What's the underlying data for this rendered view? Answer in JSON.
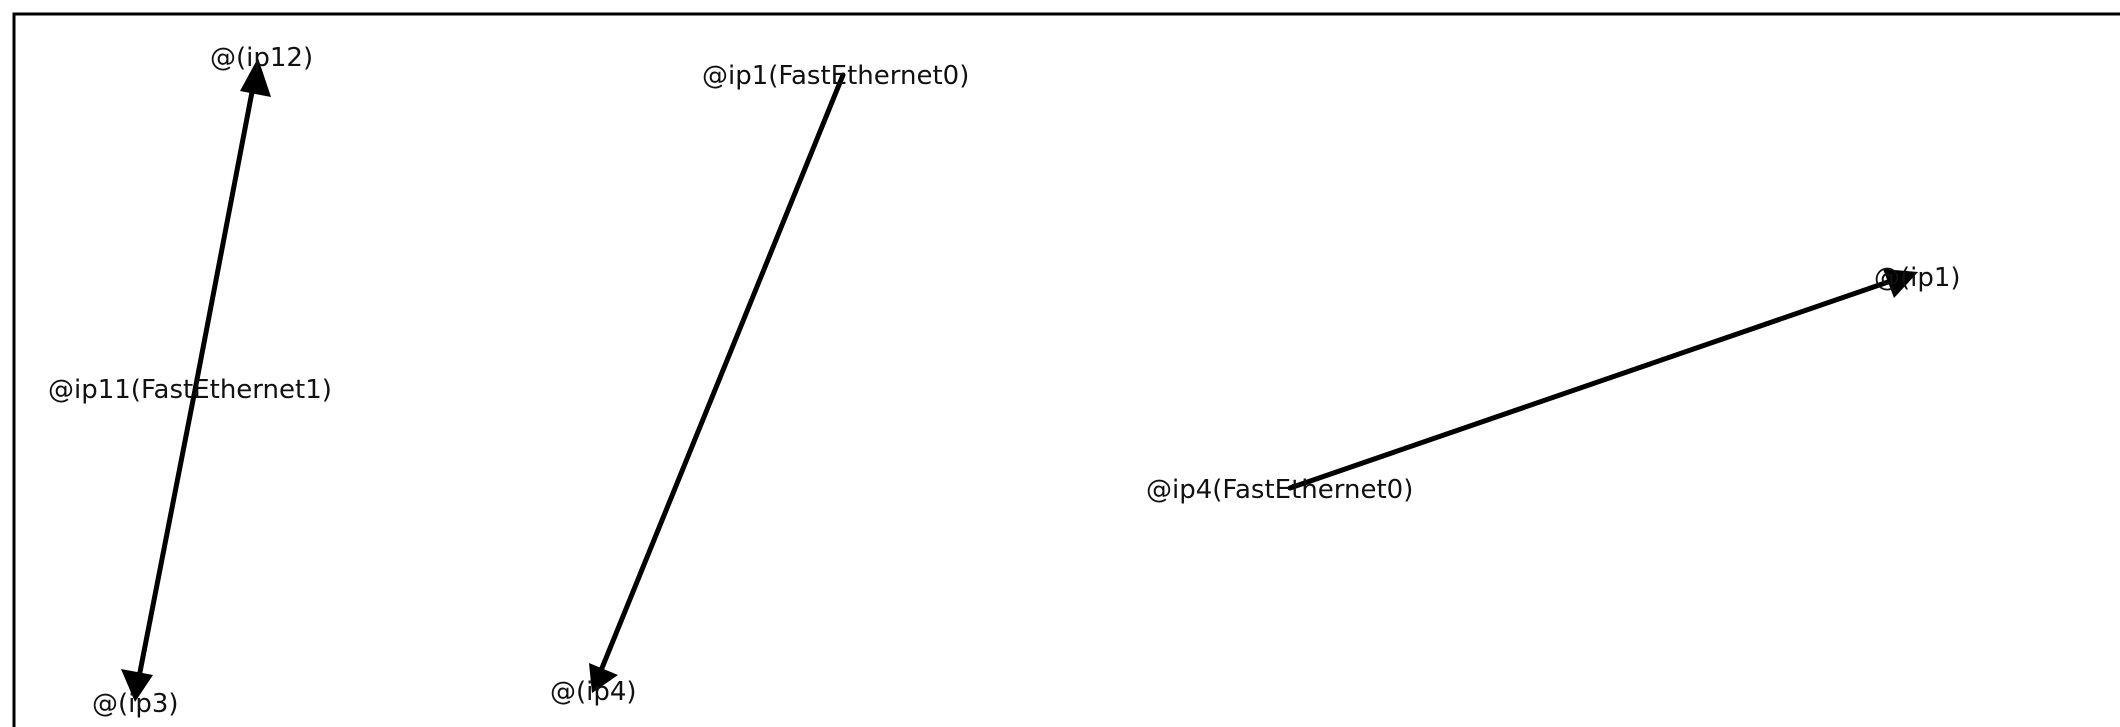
{
  "diagram": {
    "nodes": {
      "ip12": "@(ip12)",
      "ip11": "@ip11(FastEthernet1)",
      "ip3": "@(ip3)",
      "ip1fe0": "@ip1(FastEthernet0)",
      "ip4": "@(ip4)",
      "ip4fe0": "@ip4(FastEthernet0)",
      "ip1": "@(ip1)"
    },
    "edges": [
      {
        "from": "@ip11(FastEthernet1)",
        "to": "@(ip12)"
      },
      {
        "from": "@ip11(FastEthernet1)",
        "to": "@(ip3)"
      },
      {
        "from": "@ip1(FastEthernet0)",
        "to": "@(ip4)"
      },
      {
        "from": "@ip4(FastEthernet0)",
        "to": "@(ip1)"
      }
    ]
  }
}
